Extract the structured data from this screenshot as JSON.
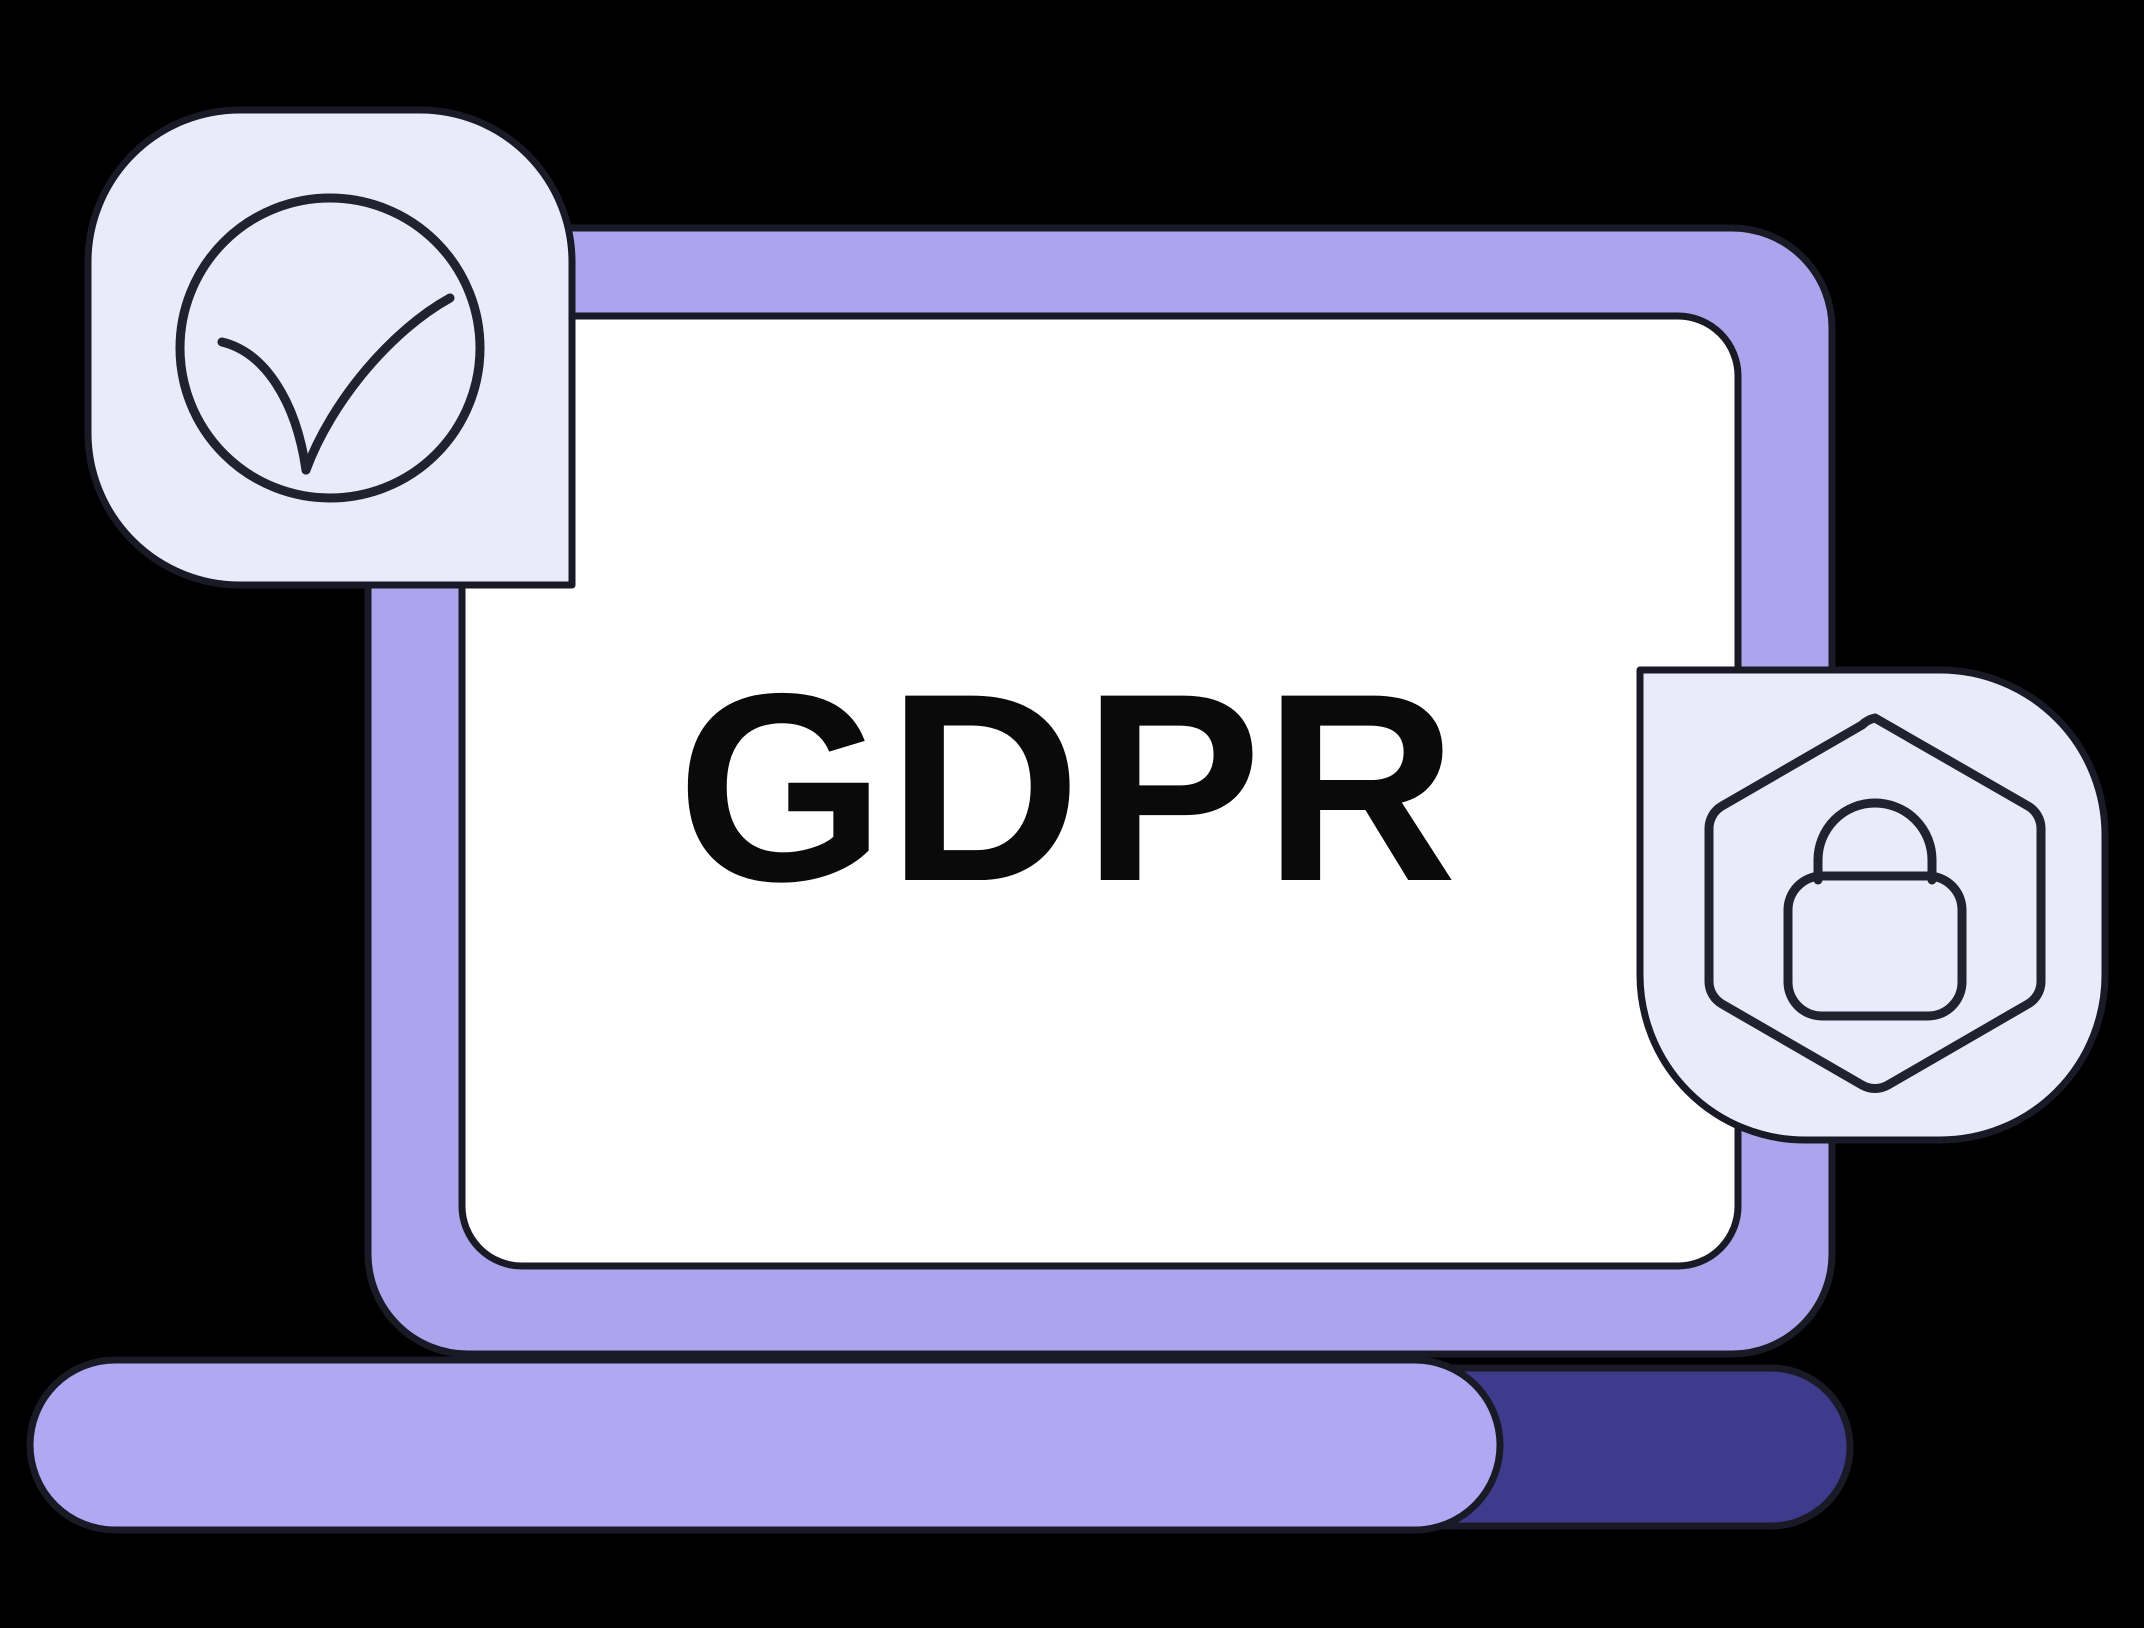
{
  "illustration": {
    "title": "GDPR compliance laptop illustration",
    "screen_text": "GDPR",
    "background_color": "#000000"
  },
  "laptop": {
    "name": "laptop",
    "frame_color": "#AEA4EE",
    "screen_color": "#FFFFFF",
    "outline_color": "#1A1A26",
    "screen_label": "GDPR",
    "screen_label_color": "#0A0A0A"
  },
  "base": {
    "front_color": "#B2A7F2",
    "back_color": "#3E3A8C",
    "outline_color": "#1A1A26"
  },
  "badges": [
    {
      "id": "verified-badge",
      "icon": "check-circle-icon",
      "label": "Verified check",
      "fill_color": "#EBEAFA",
      "stroke_color": "#1A1A26"
    },
    {
      "id": "security-badge",
      "icon": "shield-lock-icon",
      "label": "Secure data lock",
      "fill_color": "#EBEAFA",
      "stroke_color": "#1A1A26"
    }
  ],
  "colors": {
    "accent_light": "#AEA4EE",
    "accent_dark": "#3E3A8C",
    "badge_fill": "#EBEAFA",
    "ink": "#1A1A26",
    "white": "#FFFFFF",
    "black": "#000000"
  }
}
